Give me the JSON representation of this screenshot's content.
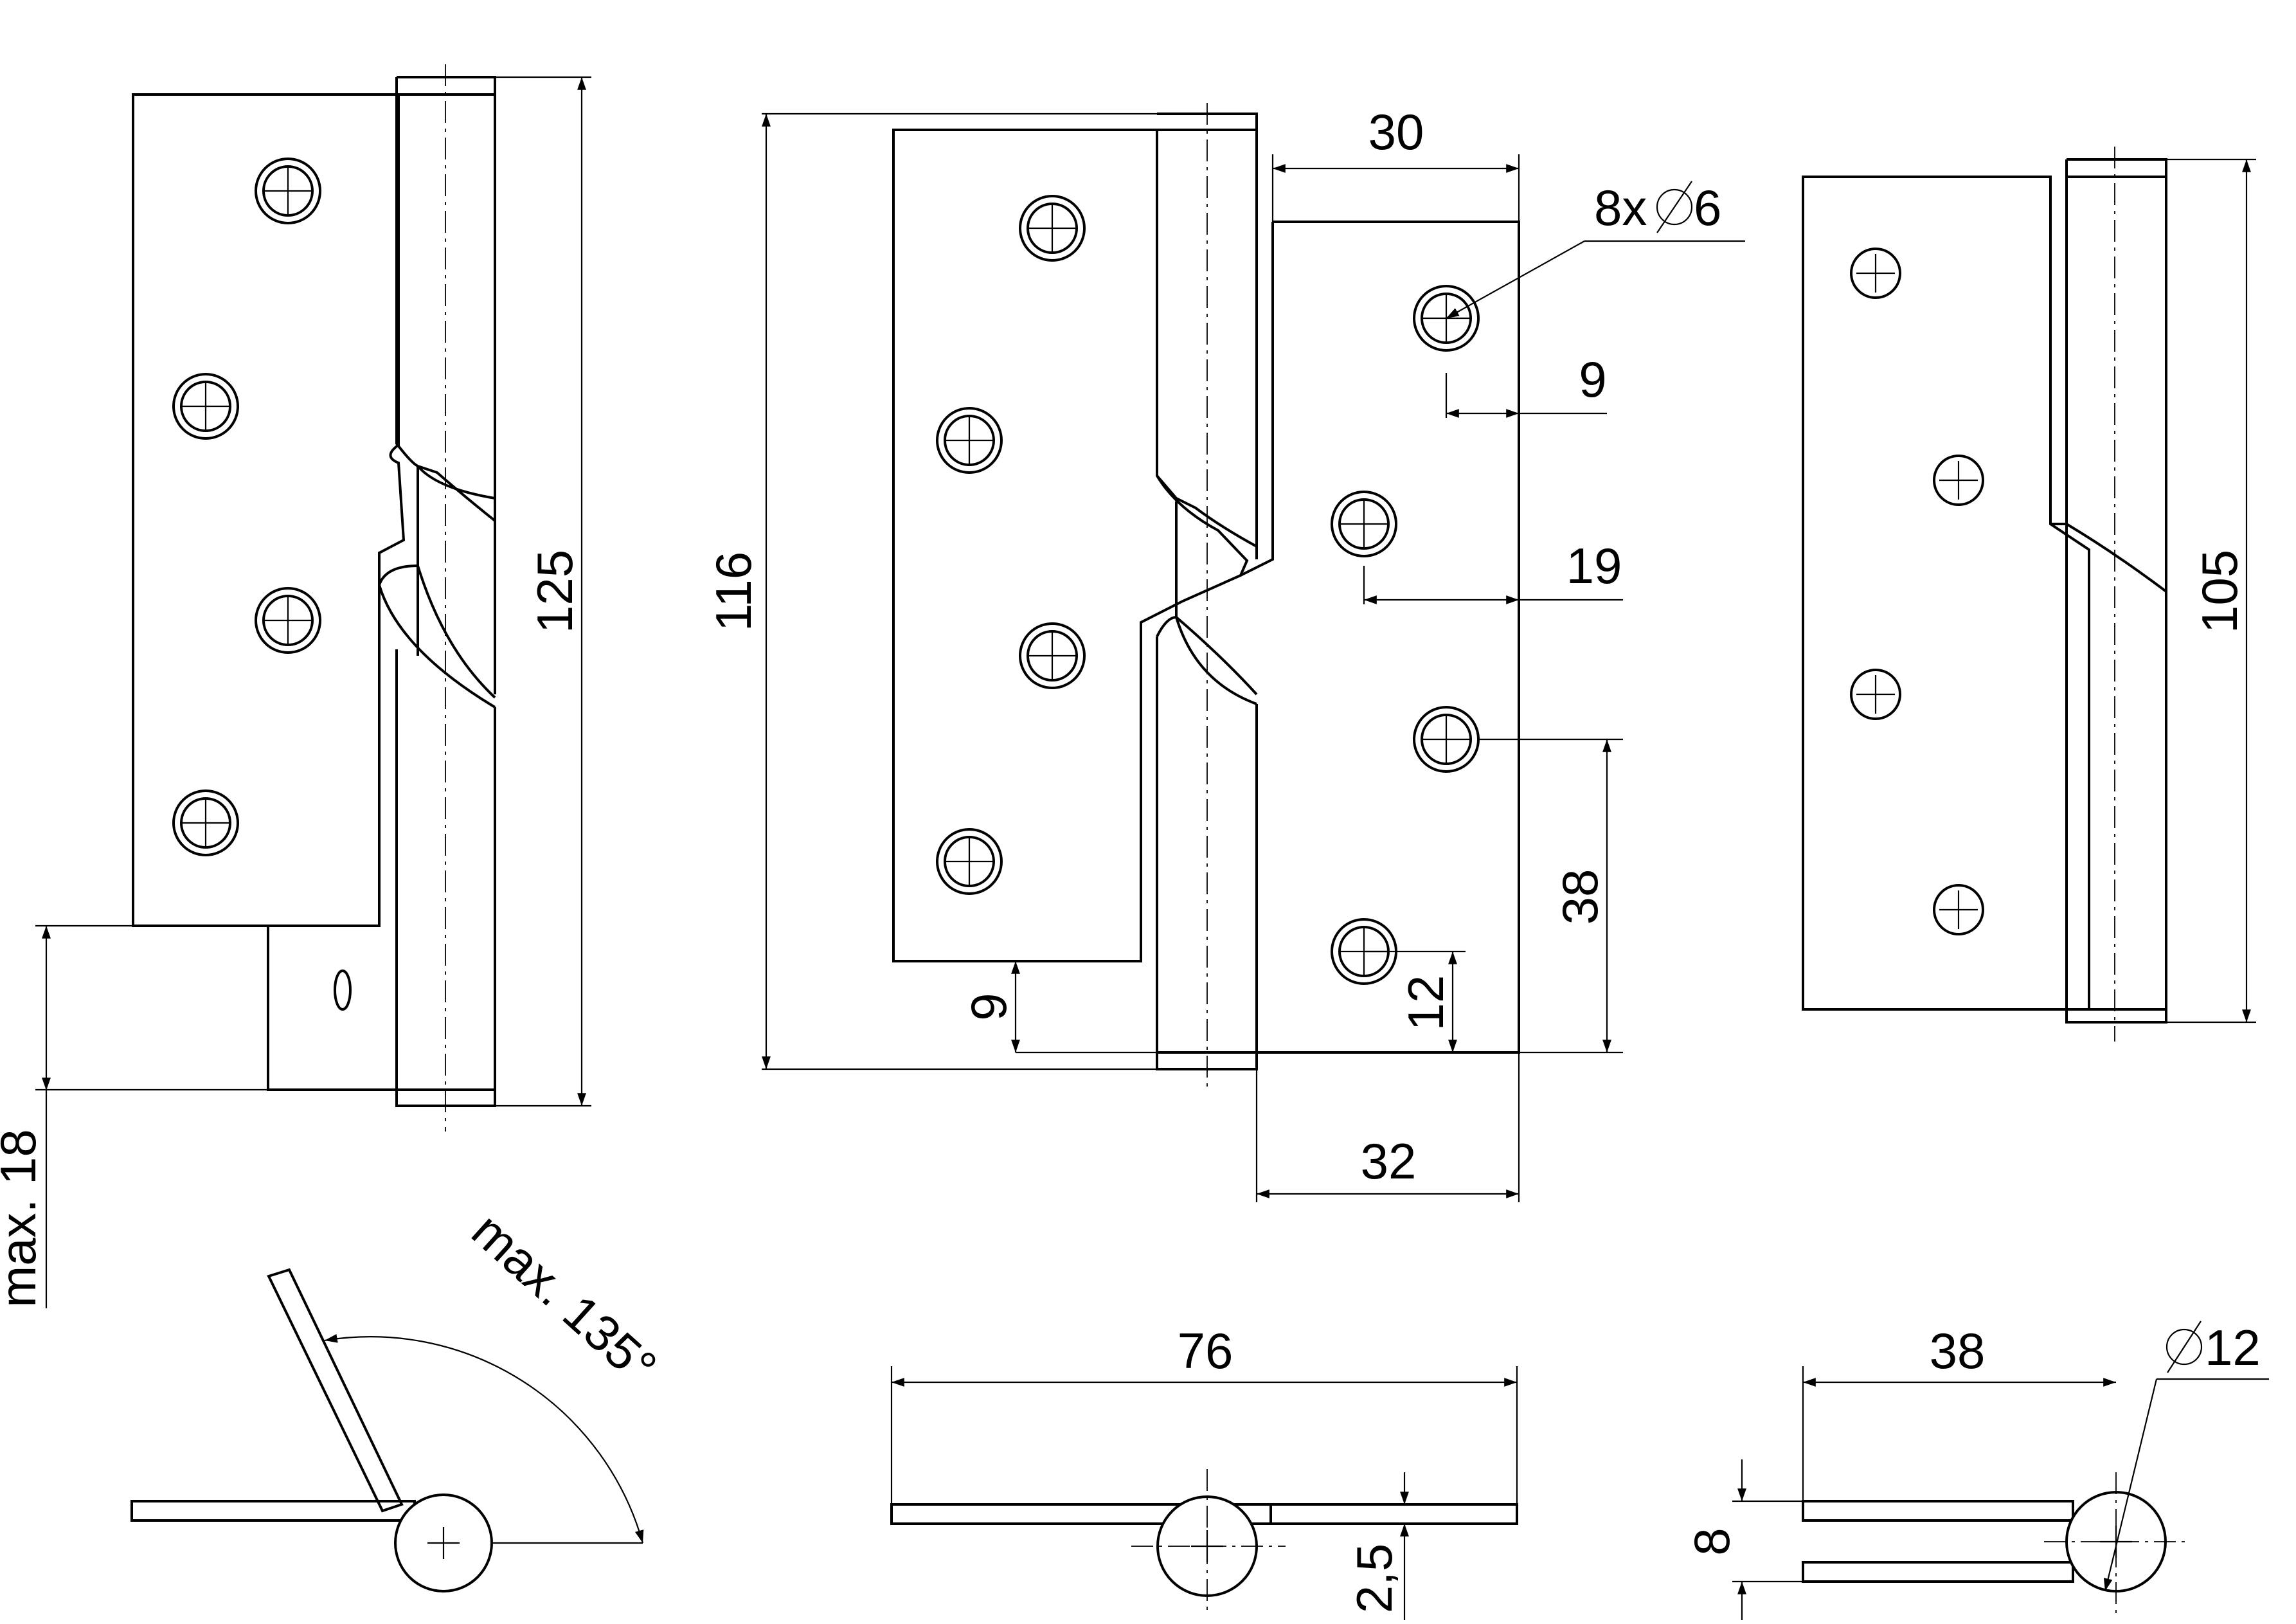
{
  "dimensions": {
    "overall_height_left": "125",
    "overall_height_center": "116",
    "overall_height_right": "105",
    "leaf_width_top": "30",
    "leaf_width_bottom": "32",
    "hole_spec_count": "8x",
    "hole_spec_diameter": "6",
    "hole_edge_offset": "9",
    "hole_inner_offset": "19",
    "hole_spacing": "38",
    "hole_bottom_offset": "12",
    "leaf_bottom_offset": "9",
    "max_lift": "max. 18",
    "max_angle": "max. 135°",
    "open_width": "76",
    "leaf_thickness": "2,5",
    "closed_width": "38",
    "knuckle_diameter": "12",
    "closed_thickness": "8"
  }
}
